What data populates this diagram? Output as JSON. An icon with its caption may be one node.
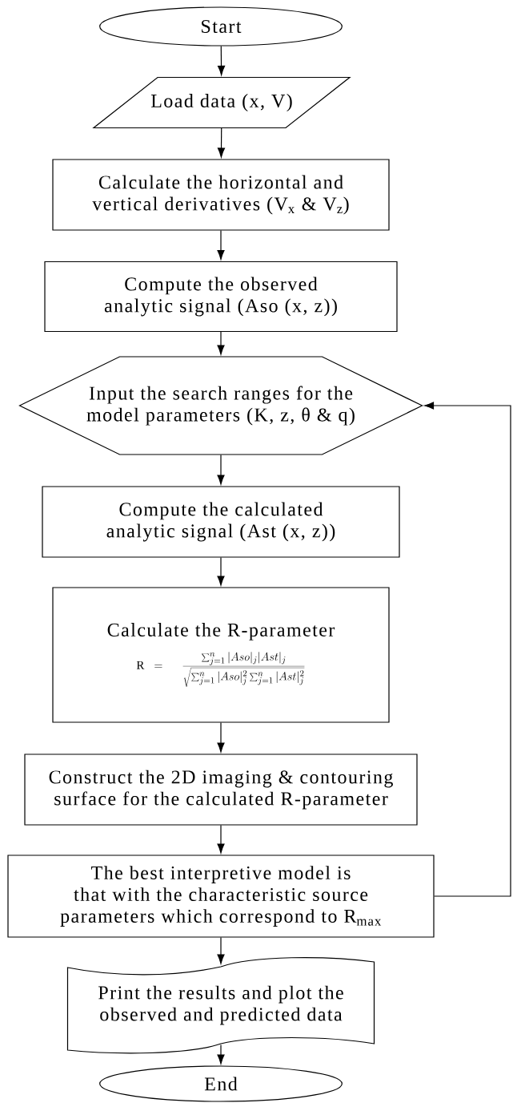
{
  "diagram": {
    "nodes": [
      {
        "text": [
          "Start"
        ]
      },
      {
        "text": [
          "Load  data (x, V)"
        ]
      },
      {
        "text": [
          "Calculate the horizontal and vertical derivatives (V$_{x}$ & V$_{z}$)"
        ]
      },
      {
        "text": [
          "Compute the observed analytic signal (Aso (x, z))"
        ]
      },
      {
        "text": [
          "Input the search ranges for the model parameters (K, z, θ & q)"
        ]
      },
      {
        "text": [
          "Compute the calculated analytic signal (Ast (x, z))"
        ]
      },
      {
        "text": [
          "Calculate the R-parameter",
          "\\mathrm{R} =\\; \\frac{\\sum_{j=1}^{n}|Aso|_j|Ast|_j}{\\sqrt{\\sum_{j=1}^{n}|Aso|_j^2\\sum_{j=1}^{n}|Ast|_j^2}}"
        ]
      },
      {
        "text": [
          "Construct the 2D imaging & contouring surface for the calculated R-parameter"
        ]
      },
      {
        "text": [
          "The best interpretive model is that with the characteristic source parameters which correspond to R$_{max}$"
        ]
      },
      {
        "text": [
          "Print the results and plot the observed and predicted data"
        ]
      },
      {
        "text": [
          "End"
        ]
      }
    ],
    "edges": [
      {
        "from": 0,
        "to": 1,
        "arrow": "to"
      },
      {
        "from": 1,
        "to": 2,
        "arrow": "to"
      },
      {
        "from": 2,
        "to": 3,
        "arrow": "to"
      },
      {
        "from": 3,
        "to": 4,
        "arrow": "to"
      },
      {
        "from": 4,
        "to": 5,
        "arrow": "to"
      },
      {
        "from": 5,
        "to": 6,
        "arrow": "to"
      },
      {
        "from": 6,
        "to": 7,
        "arrow": "to"
      },
      {
        "from": 7,
        "to": 8,
        "arrow": "to"
      },
      {
        "from": 8,
        "to": 9,
        "arrow": "to"
      },
      {
        "from": 9,
        "to": 10,
        "arrow": "to"
      },
      {
        "from": 8,
        "to": 4,
        "arrow": "to"
      }
    ]
  }
}
